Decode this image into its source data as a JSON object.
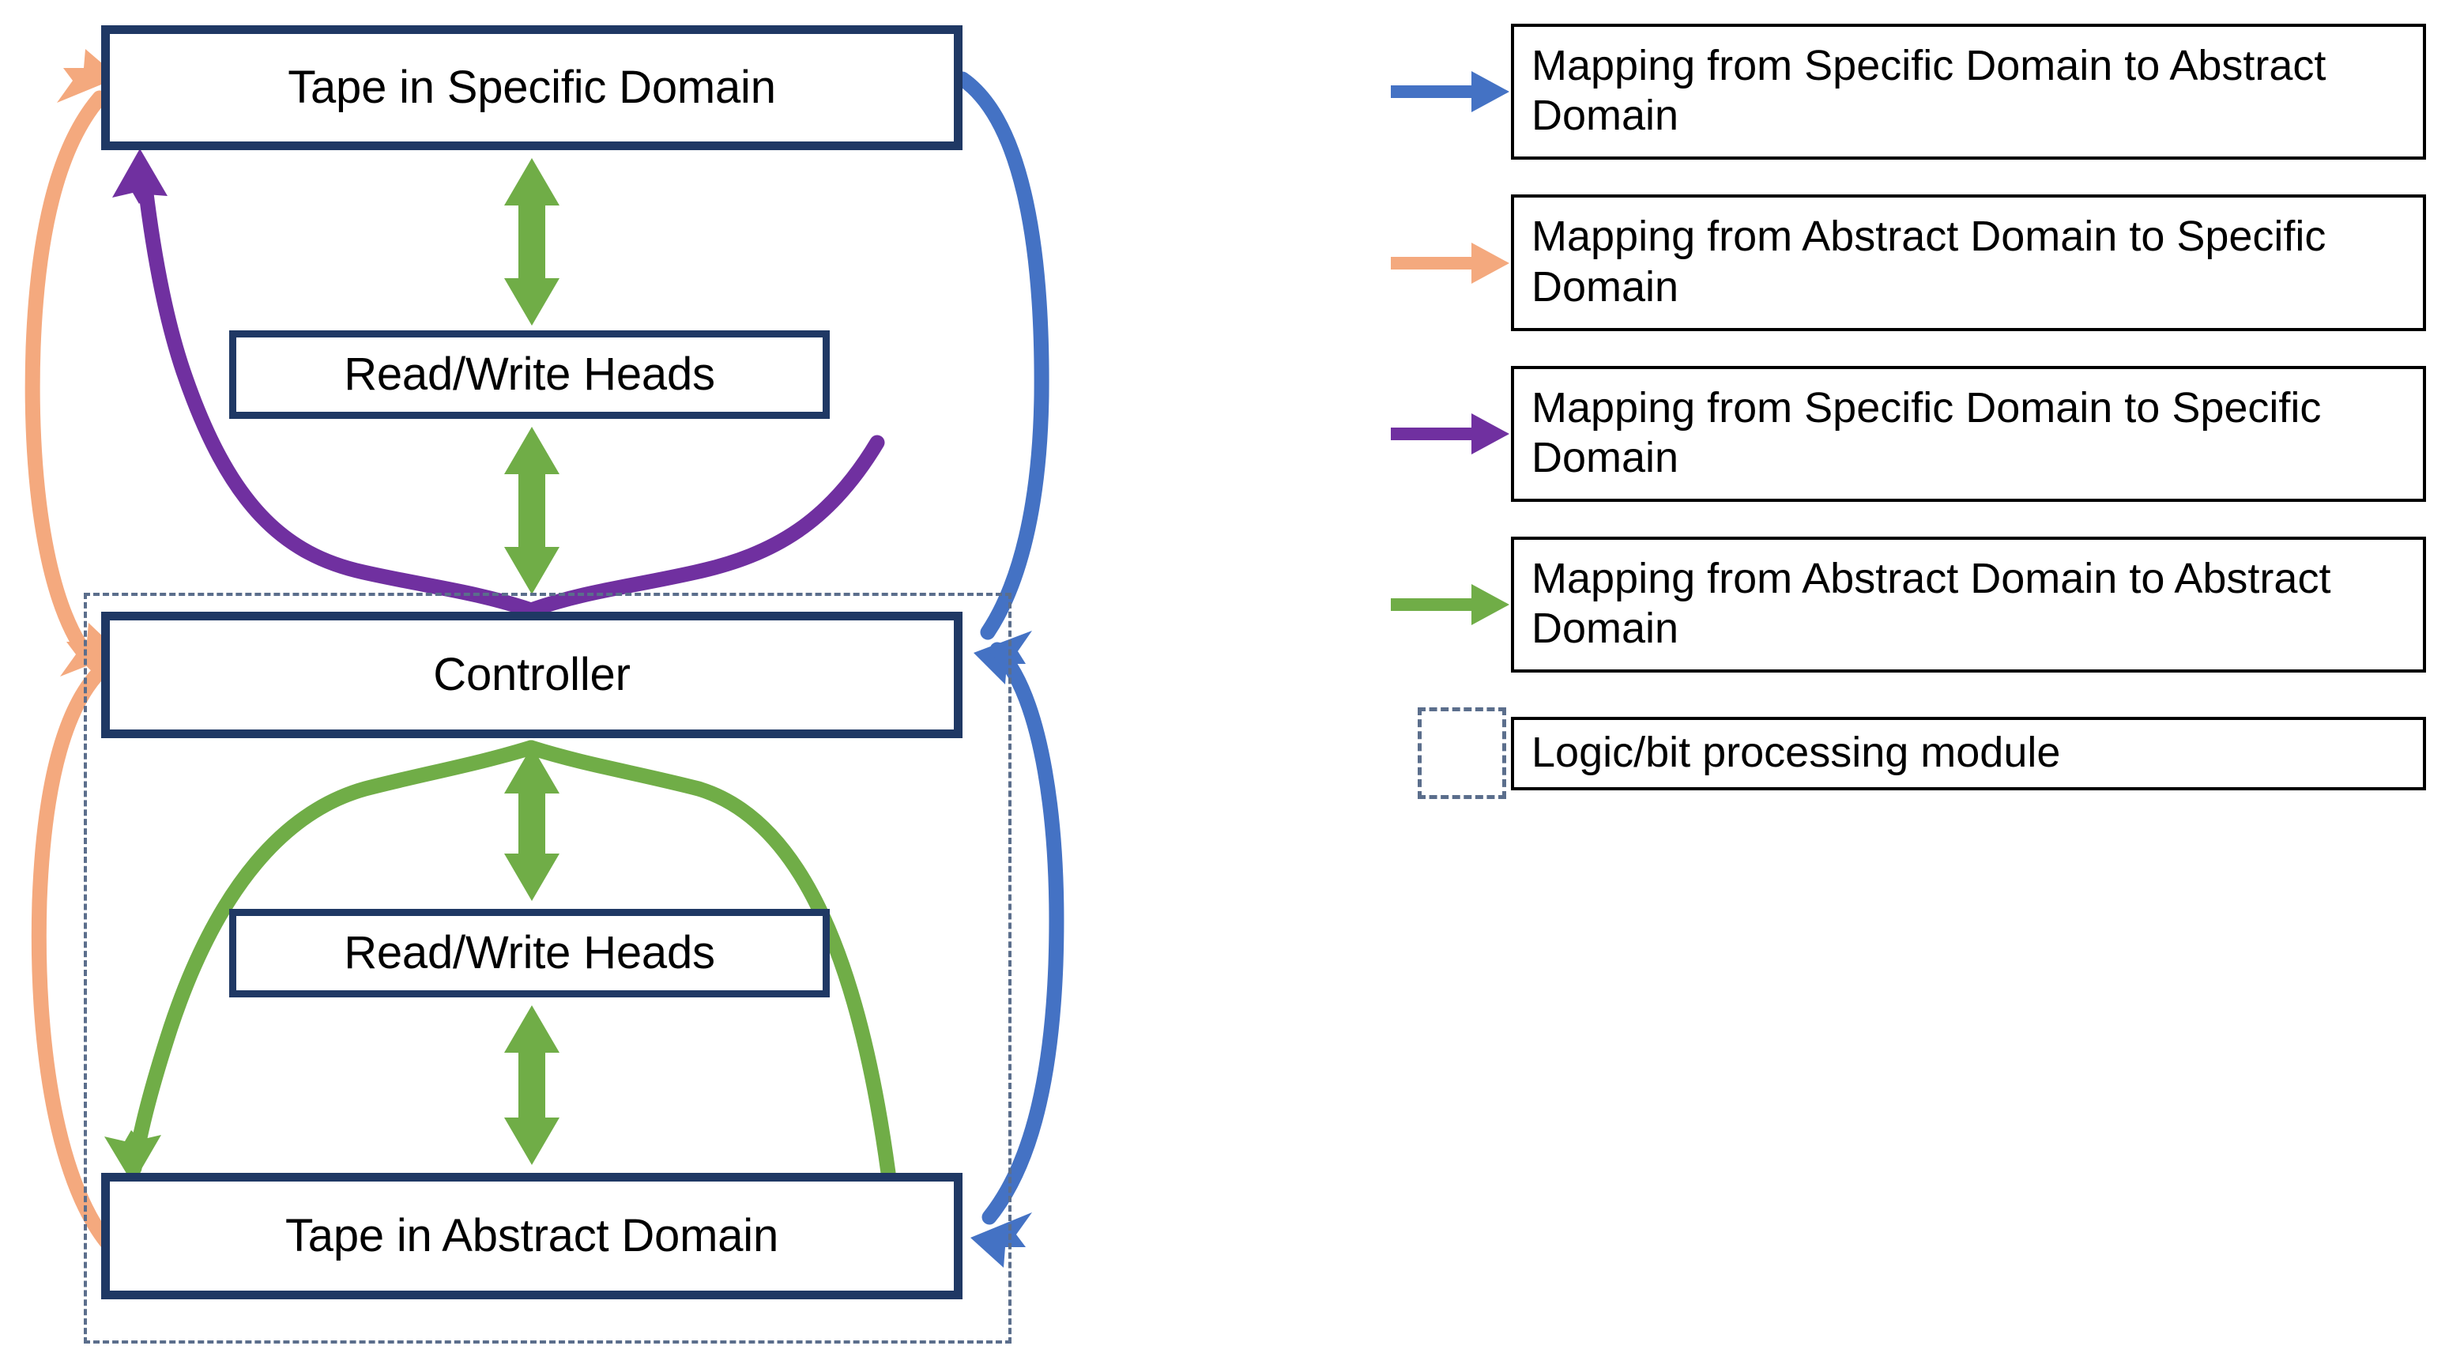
{
  "colors": {
    "box_border": "#1F3864",
    "dashed_border": "#5B6E8C",
    "blue": "#4472C4",
    "orange": "#F4A97E",
    "purple": "#7030A0",
    "green": "#70AD47",
    "text": "#000000",
    "background": "#FFFFFF"
  },
  "diagram": {
    "nodes": {
      "tape_specific": "Tape in Specific Domain",
      "heads_upper": "Read/Write Heads",
      "controller": "Controller",
      "heads_lower": "Read/Write Heads",
      "tape_abstract": "Tape in Abstract Domain"
    },
    "edges": [
      {
        "id": "green-bidir-tape-specific-heads-upper",
        "color": "#70AD47",
        "style": "double-headed-straight",
        "from": "Tape in Specific Domain",
        "to": "Read/Write Heads"
      },
      {
        "id": "green-bidir-heads-upper-controller",
        "color": "#70AD47",
        "style": "double-headed-straight",
        "from": "Read/Write Heads",
        "to": "Controller"
      },
      {
        "id": "green-bidir-controller-heads-lower",
        "color": "#70AD47",
        "style": "double-headed-straight",
        "from": "Controller",
        "to": "Read/Write Heads"
      },
      {
        "id": "green-bidir-heads-lower-tape-abstract",
        "color": "#70AD47",
        "style": "double-headed-straight",
        "from": "Read/Write Heads",
        "to": "Tape in Abstract Domain"
      },
      {
        "id": "purple-controller-to-tape-specific",
        "color": "#7030A0",
        "style": "curved-arrow",
        "from": "Controller",
        "to": "Tape in Specific Domain"
      },
      {
        "id": "green-curve-tape-abstract-to-controller",
        "color": "#70AD47",
        "style": "curved-arrow",
        "from": "Tape in Abstract Domain",
        "to": "Controller"
      },
      {
        "id": "blue-tape-specific-to-controller",
        "color": "#4472C4",
        "style": "curved-arrow",
        "from": "Tape in Specific Domain",
        "to": "Controller"
      },
      {
        "id": "blue-tape-specific-to-tape-abstract",
        "color": "#4472C4",
        "style": "curved-arrow",
        "from": "Tape in Specific Domain",
        "to": "Tape in Abstract Domain"
      },
      {
        "id": "orange-tape-abstract-to-controller",
        "color": "#F4A97E",
        "style": "curved-arrow",
        "from": "Tape in Abstract Domain",
        "to": "Controller"
      },
      {
        "id": "orange-tape-abstract-to-tape-specific",
        "color": "#F4A97E",
        "style": "curved-arrow",
        "from": "Tape in Abstract Domain",
        "to": "Tape in Specific Domain"
      }
    ],
    "logic_module_frame": "Logic/bit processing module"
  },
  "legend": {
    "items": [
      {
        "id": "specific-to-abstract",
        "swatch": "blue-arrow-icon",
        "color": "#4472C4",
        "label": "Mapping from Specific Domain to Abstract Domain"
      },
      {
        "id": "abstract-to-specific",
        "swatch": "orange-arrow-icon",
        "color": "#F4A97E",
        "label": "Mapping from Abstract Domain to Specific Domain"
      },
      {
        "id": "specific-to-specific",
        "swatch": "purple-arrow-icon",
        "color": "#7030A0",
        "label": "Mapping from Specific Domain to Specific Domain"
      },
      {
        "id": "abstract-to-abstract",
        "swatch": "green-arrow-icon",
        "color": "#70AD47",
        "label": "Mapping from Abstract Domain to Abstract Domain"
      },
      {
        "id": "logic-module",
        "swatch": "dashed-box-icon",
        "color": "#5B6E8C",
        "label": "Logic/bit processing module"
      }
    ]
  }
}
